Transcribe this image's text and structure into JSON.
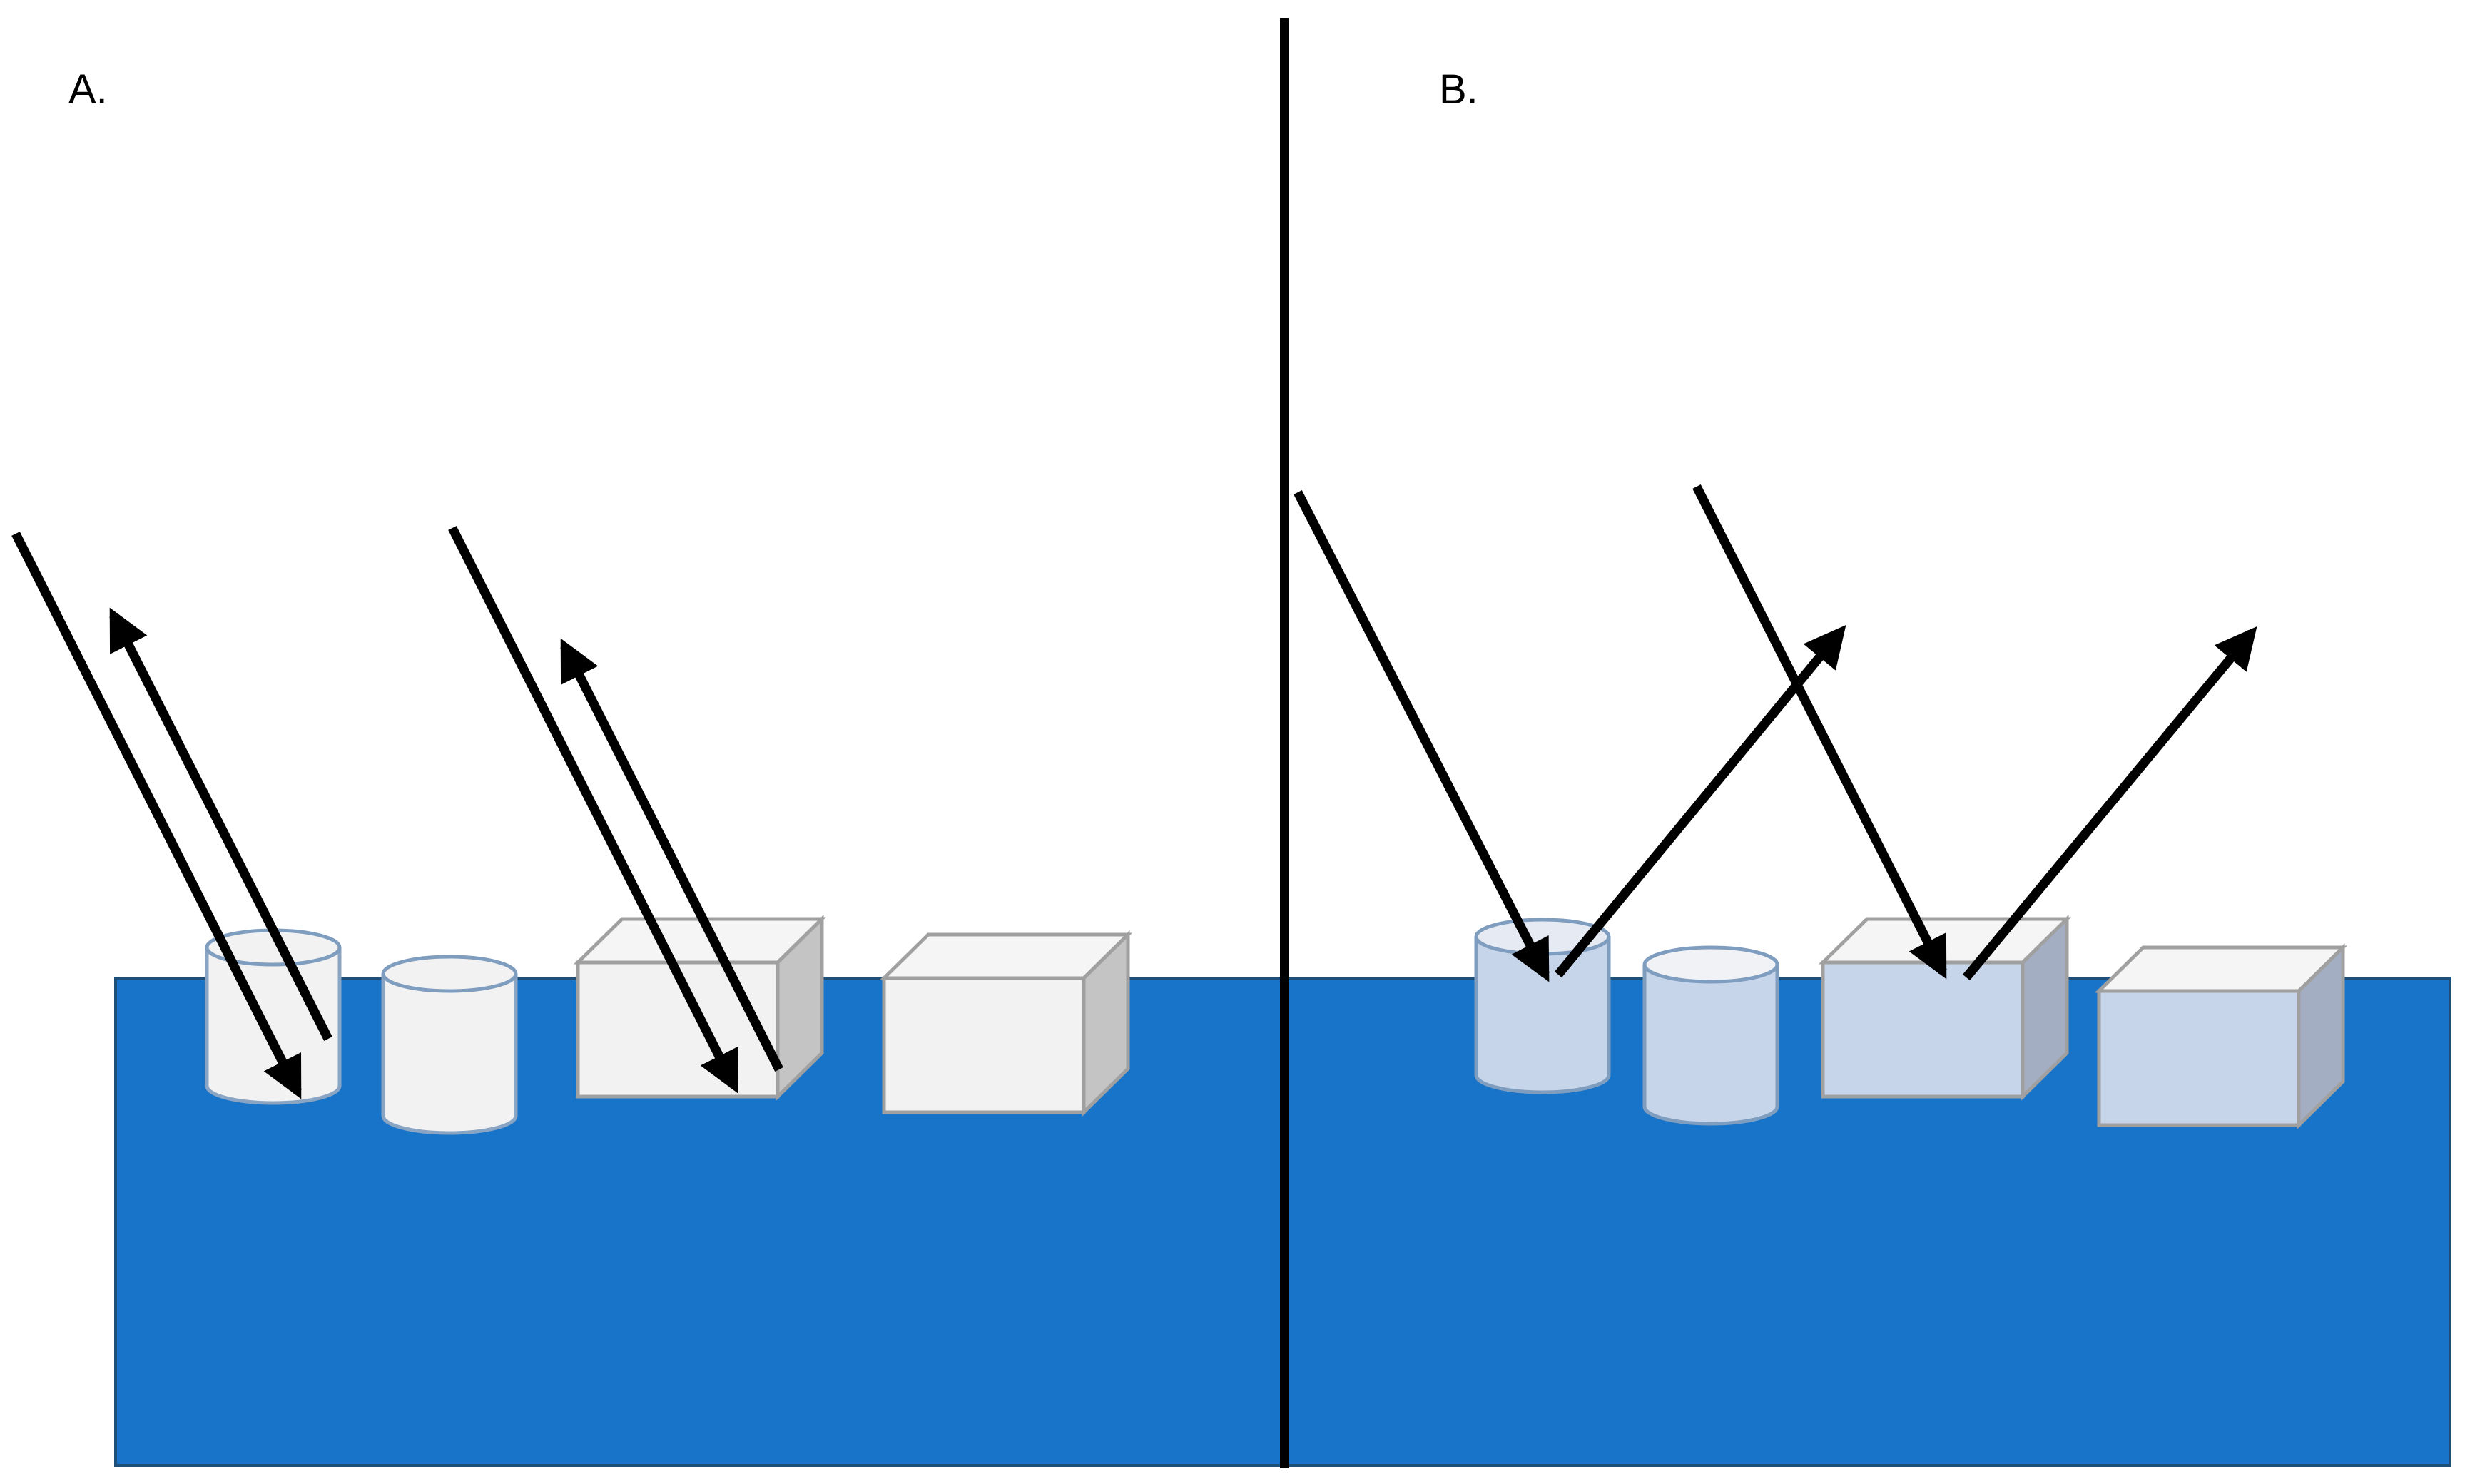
{
  "panels": {
    "a": {
      "label": "A."
    },
    "b": {
      "label": "B."
    }
  },
  "colors": {
    "water": "#1874C9",
    "water_edge": "#1F4E79",
    "object_light": "#F2F2F2",
    "object_top": "#F5F5F5",
    "object_side": "#C4C4C4",
    "object_submerged": "#C7D5EA",
    "object_edge": "#A0A0A0",
    "cylinder_edge": "#7F9DBF",
    "arrow": "#000000"
  },
  "icons": {
    "arrow": "double-line-arrow",
    "shape_1": "cylinder",
    "shape_2": "box"
  }
}
